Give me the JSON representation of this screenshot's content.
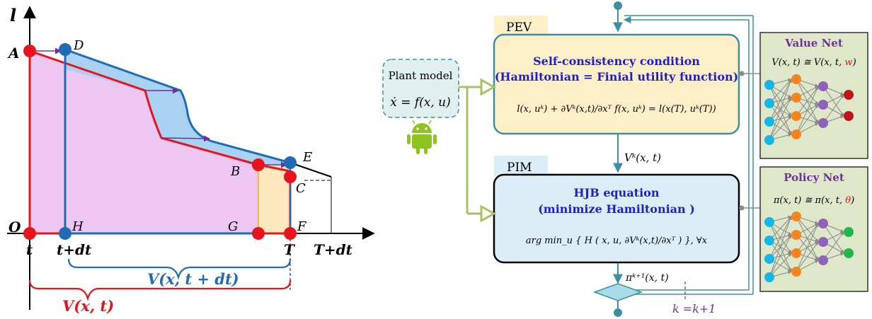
{
  "colors": {
    "red": "#e8141b",
    "blue_line": "#1f6cb5",
    "blue_dot": "#1f6cb5",
    "purple_fill": "#edc6f2",
    "light_blue_fill": "#a9d2f2",
    "orange_fill": "#fde7bf",
    "pev_fill": "#fdefc8",
    "pim_fill": "#dbeef8",
    "teal": "#3d8fa3",
    "green_arrow": "#a6c264",
    "net_bg": "#dfe7c9",
    "node_cyan": "#14b6e6",
    "node_orange": "#f5831f",
    "node_purple": "#8d62b8",
    "node_red": "#c0131a",
    "node_green": "#1eb74a",
    "title_blue": "#1f1fc8",
    "title_purple": "#7030a0"
  },
  "left_plot": {
    "axis_y_label": "l",
    "axis_x_label_t": "t",
    "axis_x_label_tdt": "t+dt",
    "axis_x_label_T": "T",
    "axis_x_label_Tdt": "T+dt",
    "points": {
      "A": "A",
      "D": "D",
      "E": "E",
      "B": "B",
      "C": "C",
      "O": "O",
      "H": "H",
      "G": "G",
      "F": "F"
    },
    "brace_blue_label": "V(x, t + dt)",
    "brace_red_label": "V(x, t)"
  },
  "right_diagram": {
    "plant": {
      "title": "Plant model",
      "equation": "ẋ = f(x, u)"
    },
    "pev": {
      "tag": "PEV",
      "title_line1": "Self-consistency condition",
      "title_line2": "(Hamiltonian = Finial utility function)",
      "equation": "l(x, uᵏ) + ∂Vᵏ(x,t)/∂xᵀ f(x, uᵏ) = l(x(T), uᵏ(T))"
    },
    "pim": {
      "tag": "PIM",
      "title_line1": "HJB equation",
      "title_line2": "(minimize  Hamiltonian )",
      "equation": "arg min_u { H ( x, u, ∂Vᵏ(x,t)/∂xᵀ ) }, ∀x"
    },
    "vk_label": "Vᵏ(x, t)",
    "pi_label": "πᵏ⁺¹(x, t)",
    "loop_label": "k =k+1",
    "value_net": {
      "title": "Value Net",
      "formula_left": "V(x, t) ≅ V(x, t, ",
      "formula_param": "w",
      "formula_right": ")"
    },
    "policy_net": {
      "title": "Policy Net",
      "formula_left": "π(x, t) ≅ π(x, t, ",
      "formula_param": "θ",
      "formula_right": ")"
    }
  }
}
